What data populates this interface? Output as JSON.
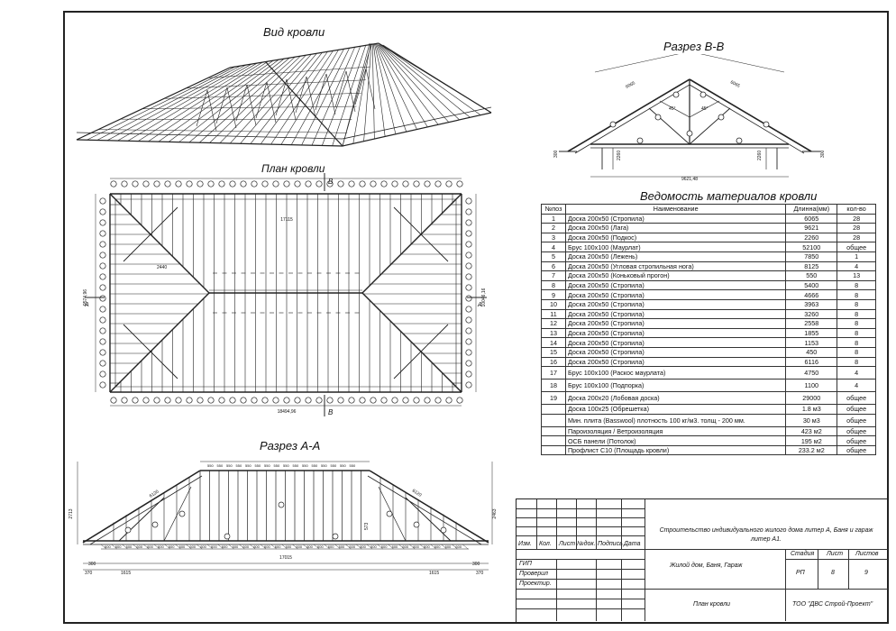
{
  "titles": {
    "view": "Вид кровли",
    "plan": "План кровли",
    "section_aa": "Разрез А-А",
    "section_bb": "Разрез В-В",
    "spec": "Ведомость материалов кровли"
  },
  "plan_dims": {
    "top_span": "17115",
    "bottom_overall": "18494,96",
    "left_height": "9574,96",
    "right_height": "10046,16",
    "diag": "2440",
    "mark_b": "В",
    "mark_a": "А"
  },
  "section_aa_dims": {
    "height_left": "2713",
    "height_right": "2463",
    "rafter": "6120",
    "rafter_r": "6120",
    "post": "573",
    "base": "17015",
    "left_a": "300",
    "left_b": "370",
    "left_c": "1615",
    "right_a": "300",
    "right_b": "370",
    "right_c": "1615",
    "spacing": "550",
    "spacing_bottom": "600"
  },
  "section_bb_dims": {
    "rafter_l": "6065",
    "rafter_r": "6065",
    "angle_l": "45°",
    "angle_r": "45°",
    "ht_l": "2260",
    "ht_r": "2260",
    "base": "9621,48",
    "side": "300"
  },
  "spec": {
    "headers": [
      "№поз",
      "Наименование",
      "Длинна(мм)",
      "кол-во"
    ],
    "rows": [
      [
        "1",
        "Доска 200х50 (Стропила)",
        "6065",
        "28"
      ],
      [
        "2",
        "Доска 200х50 (Лага)",
        "9621",
        "28"
      ],
      [
        "3",
        "Доска 200х50 (Подкос)",
        "2260",
        "28"
      ],
      [
        "4",
        "Брус 100х100 (Маурлат)",
        "52100",
        "общее"
      ],
      [
        "5",
        "Доска 200х50 (Лежень)",
        "7850",
        "1"
      ],
      [
        "6",
        "Доска 200х50 (Угловая стропильная нога)",
        "8125",
        "4"
      ],
      [
        "7",
        "Доска 200х50 (Коньковый прогон)",
        "550",
        "13"
      ],
      [
        "8",
        "Доска 200х50 (Стропила)",
        "5400",
        "8"
      ],
      [
        "9",
        "Доска 200х50 (Стропила)",
        "4666",
        "8"
      ],
      [
        "10",
        "Доска 200х50 (Стропила)",
        "3963",
        "8"
      ],
      [
        "11",
        "Доска 200х50 (Стропила)",
        "3260",
        "8"
      ],
      [
        "12",
        "Доска 200х50 (Стропила)",
        "2558",
        "8"
      ],
      [
        "13",
        "Доска 200х50 (Стропила)",
        "1855",
        "8"
      ],
      [
        "14",
        "Доска 200х50 (Стропила)",
        "1153",
        "8"
      ],
      [
        "15",
        "Доска 200х50 (Стропила)",
        "450",
        "8"
      ],
      [
        "16",
        "Доска 200х50 (Стропила)",
        "6116",
        "8"
      ],
      [
        "17",
        "Брус 100х100 (Раскос маурлата)",
        "4750",
        "4"
      ],
      [
        "18",
        "Брус 100х100 (Подпорка)",
        "1100",
        "4"
      ],
      [
        "19",
        "Доска 200х20 (Лобовая доска)",
        "29000",
        "общее"
      ],
      [
        "",
        "Доска 100х25 (Обрешетка)",
        "1.8 м3",
        "общее"
      ],
      [
        "",
        "Мин. плита (Basswool) плотность 100 кг/м3. толщ - 200 мм.",
        "30 м3",
        "общее"
      ],
      [
        "",
        "Пароизоляция / Ветроизоляция",
        "423 м2",
        "общее"
      ],
      [
        "",
        "ОСБ панели (Потолок)",
        "195 м2",
        "общее"
      ],
      [
        "",
        "Профлист С10 (Площадь кровли)",
        "233.2 м2",
        "общее"
      ]
    ]
  },
  "title_block": {
    "headers": [
      "Изм.",
      "Кол.",
      "Лист",
      "№док.",
      "Подпись",
      "Дата"
    ],
    "roles": [
      "ГИП",
      "Проверил",
      "Проектир."
    ],
    "project": "Строительство индивидуального жилого дома литер А, Баня и гараж литер А1.",
    "object": "Жилой дом, Баня, Гараж",
    "sheet_name": "План кровли",
    "stage_label": "Стадия",
    "stage": "РП",
    "sheet_label": "Лист",
    "sheet": "8",
    "sheets_label": "Листов",
    "sheets": "9",
    "company": "ТОО \"ДВС Строй-Проект\""
  }
}
